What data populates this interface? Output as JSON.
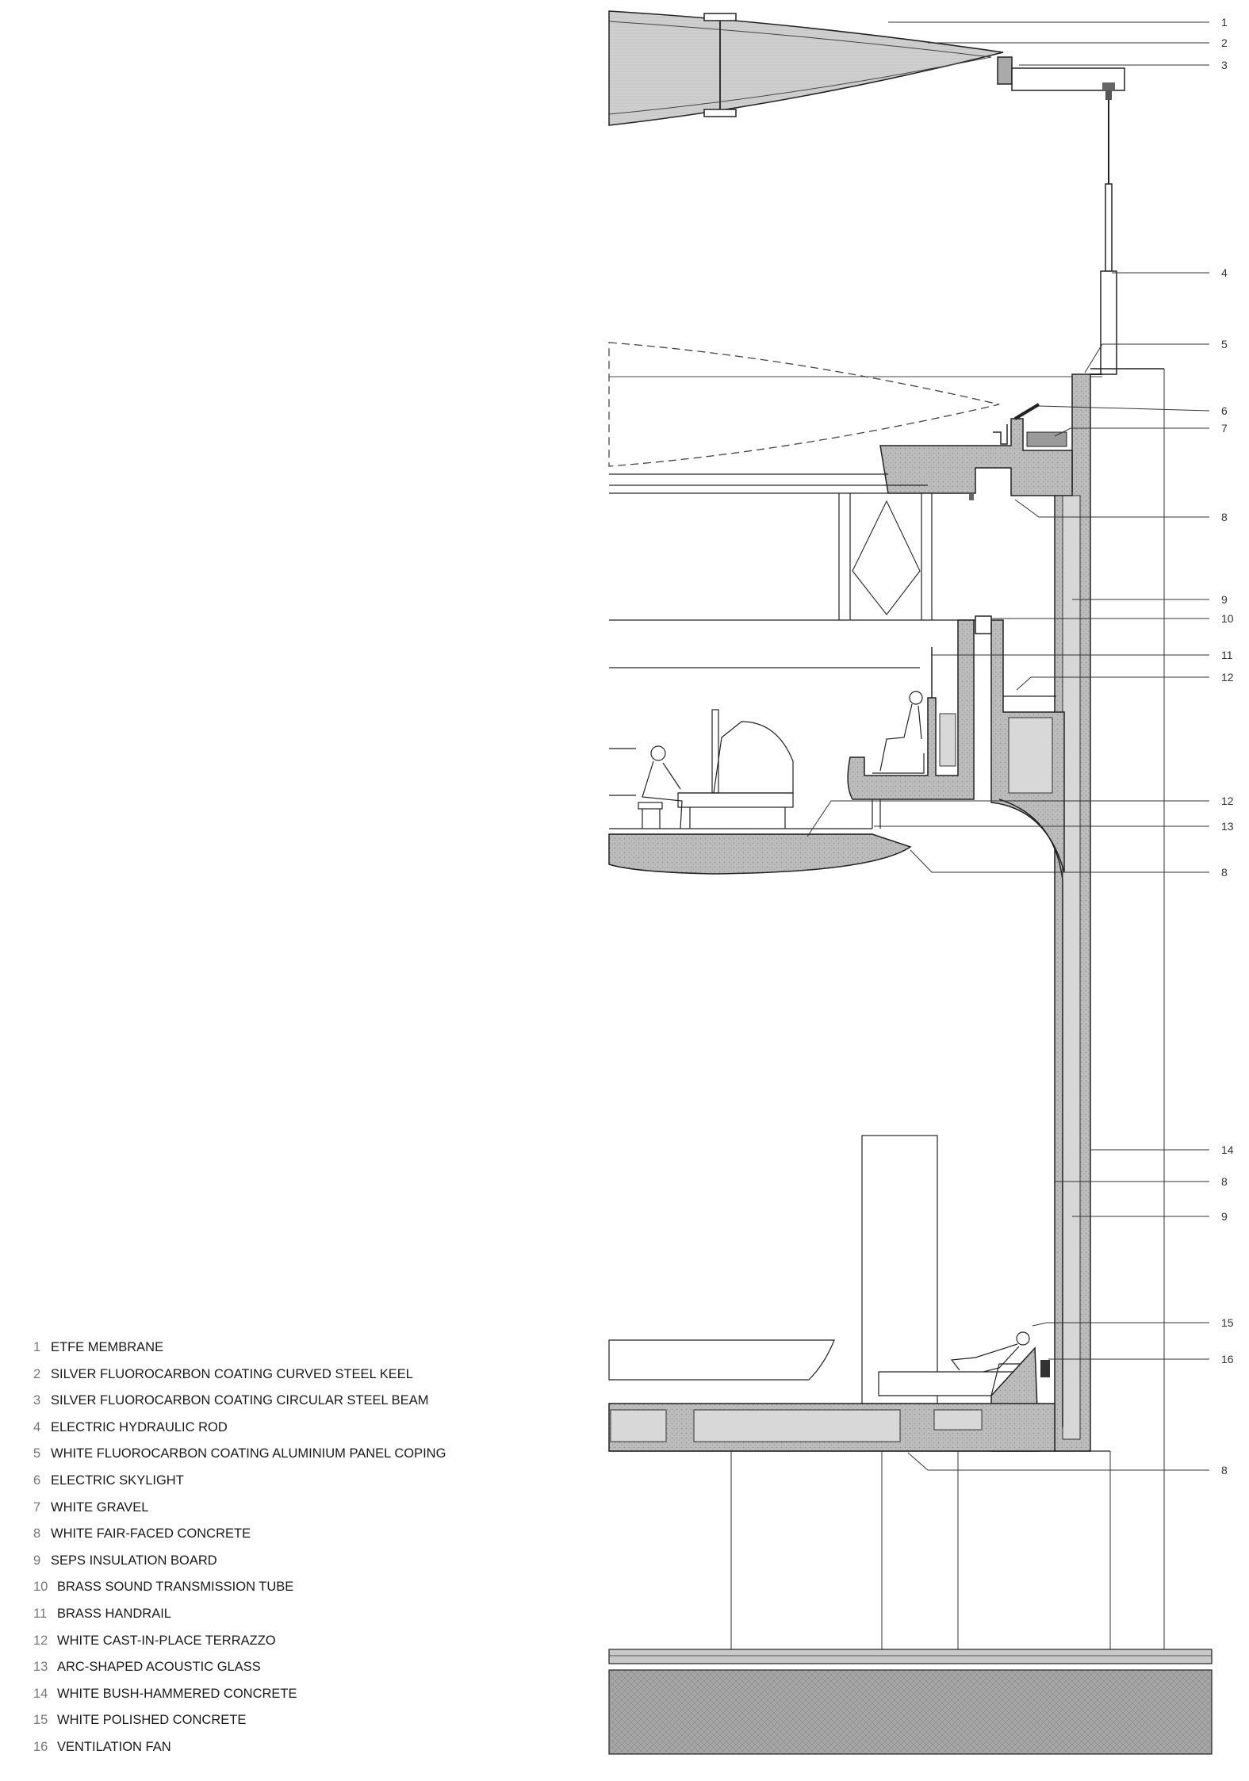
{
  "legend": [
    {
      "num": "1",
      "label": "ETFE MEMBRANE"
    },
    {
      "num": "2",
      "label": "SILVER FLUOROCARBON COATING CURVED STEEL KEEL"
    },
    {
      "num": "3",
      "label": "SILVER FLUOROCARBON COATING CIRCULAR STEEL BEAM"
    },
    {
      "num": "4",
      "label": "ELECTRIC HYDRAULIC ROD"
    },
    {
      "num": "5",
      "label": "WHITE FLUOROCARBON COATING ALUMINIUM PANEL COPING"
    },
    {
      "num": "6",
      "label": "ELECTRIC SKYLIGHT"
    },
    {
      "num": "7",
      "label": "WHITE GRAVEL"
    },
    {
      "num": "8",
      "label": "WHITE FAIR-FACED CONCRETE"
    },
    {
      "num": "9",
      "label": "SEPS INSULATION BOARD"
    },
    {
      "num": "10",
      "label": "BRASS SOUND TRANSMISSION TUBE"
    },
    {
      "num": "11",
      "label": "BRASS HANDRAIL"
    },
    {
      "num": "12",
      "label": "WHITE CAST-IN-PLACE TERRAZZO"
    },
    {
      "num": "13",
      "label": "ARC-SHAPED ACOUSTIC GLASS"
    },
    {
      "num": "14",
      "label": "WHITE BUSH-HAMMERED CONCRETE"
    },
    {
      "num": "15",
      "label": "WHITE POLISHED CONCRETE"
    },
    {
      "num": "16",
      "label": "VENTILATION FAN"
    }
  ],
  "callouts": [
    "1",
    "2",
    "3",
    "4",
    "5",
    "6",
    "7",
    "8",
    "9",
    "10",
    "11",
    "12",
    "12",
    "13",
    "8",
    "14",
    "8",
    "9",
    "15",
    "16",
    "8"
  ],
  "colors": {
    "line": "#222222",
    "concrete": "#bdbdbd",
    "insulation": "#d4d4d4",
    "membrane": "#d2d2d2",
    "ground": "#a9a9a9"
  }
}
